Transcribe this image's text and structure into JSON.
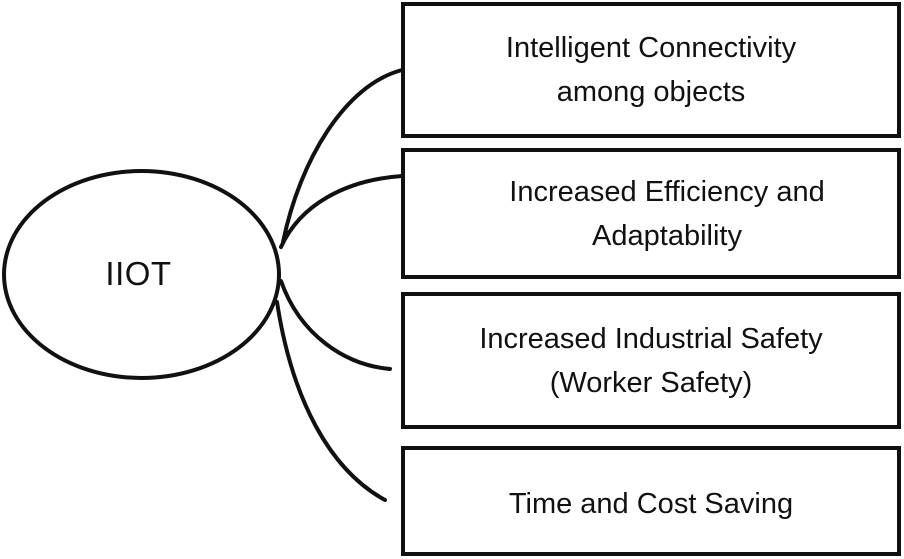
{
  "center": {
    "label": "IIOT"
  },
  "boxes": [
    {
      "line1": "Intelligent Connectivity",
      "line2": "among objects"
    },
    {
      "line1": "Increased Efficiency and",
      "line2": "Adaptability"
    },
    {
      "line1": "Increased Industrial Safety",
      "line2": "(Worker Safety)"
    },
    {
      "line1": "Time and Cost Saving",
      "line2": ""
    }
  ],
  "colors": {
    "stroke": "#111111",
    "background": "#ffffff"
  }
}
